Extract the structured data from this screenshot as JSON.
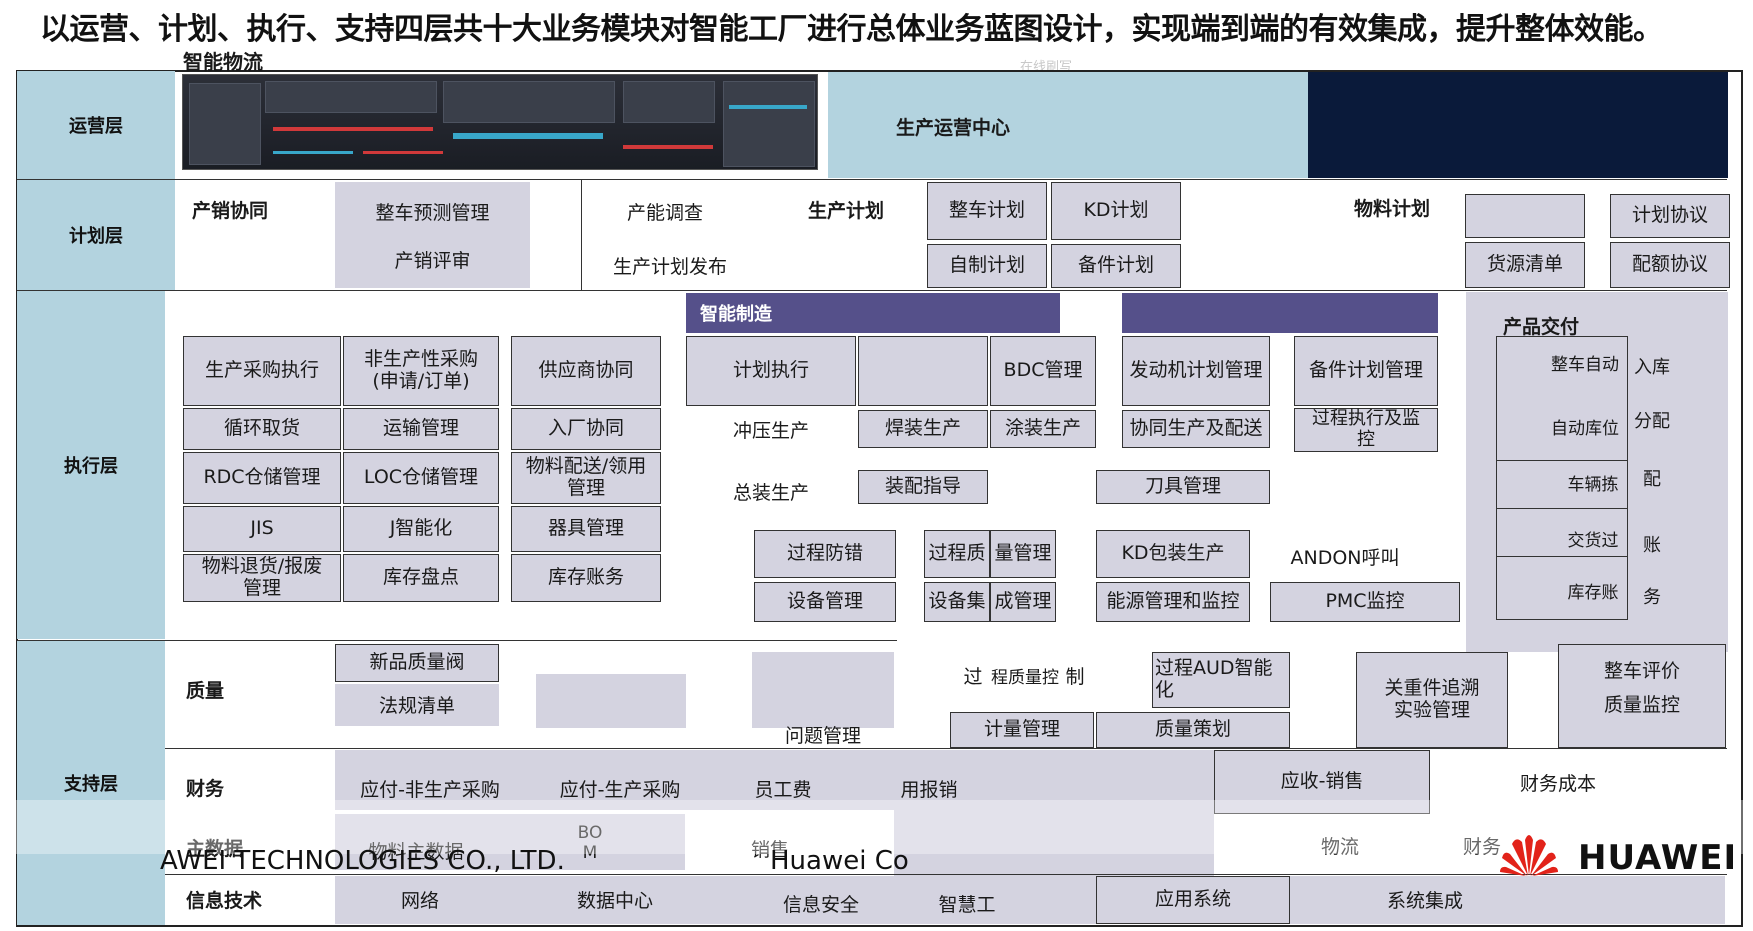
{
  "title": "以运营、计划、执行、支持四层共十大业务模块对智能工厂进行总体业务蓝图设计，实现端到端的有效集成，提升整体效能。",
  "watermark": "在线刷写",
  "layers": {
    "ops": "运营层",
    "plan": "计划层",
    "exec": "执行层",
    "support": "支持层"
  },
  "ops": {
    "smart_logistics": "智能物流",
    "center": "生产运营中心"
  },
  "plan": {
    "sales": "产销协同",
    "forecast": "整车预测管理",
    "review": "产销评审",
    "capacity": "产能调查",
    "plan_header": "生产计划",
    "publish": "生产计划发布",
    "vehicle_plan": "整车计划",
    "kd_plan": "KD计划",
    "self_plan": "自制计划",
    "spare_plan": "备件计划",
    "material_header": "物料计划",
    "plan_agreement": "计划协议",
    "source_list": "货源清单",
    "quota": "配额协议"
  },
  "exec": {
    "logistics": [
      [
        "生产采购执行",
        "非生产性采购\n(申请/订单)",
        "供应商协同"
      ],
      [
        "循环取货",
        "运输管理",
        "入厂协同"
      ],
      [
        "RDC仓储管理",
        "LOC仓储管理",
        "物料配送/领用\n管理"
      ],
      [
        "JIS",
        "J智能化",
        "器具管理"
      ],
      [
        "物料退货/报废\n管理",
        "库存盘点",
        "库存账务"
      ]
    ],
    "smart_mfg": "智能制造",
    "plan_exec": "计划执行",
    "bdc": "BDC管理",
    "engine_plan": "发动机计划管理",
    "spare_plan_mgmt": "备件计划管理",
    "stamping": "冲压生产",
    "welding": "焊装生产",
    "painting": "涂装生产",
    "co_prod": "协同生产及配送",
    "process_exec": "过程执行及监\n控",
    "assembly": "总装生产",
    "assembly_guide": "装配指导",
    "tool_mgmt": "刀具管理",
    "mistake_proof": "过程防错",
    "process_quality_1": "过程质",
    "process_quality_2": "量管理",
    "kd_pack": "KD包装生产",
    "andon": "ANDON呼叫",
    "equipment": "设备管理",
    "equip_int_1": "设备集",
    "equip_int_2": "成管理",
    "energy": "能源管理和监控",
    "pmc": "PMC监控",
    "delivery_header": "产品交付",
    "delivery": [
      [
        "整车自动",
        "入库"
      ],
      [
        "自动库位",
        "分配"
      ],
      [
        "车辆拣",
        "配"
      ],
      [
        "交货过",
        "账"
      ],
      [
        "库存账",
        "务"
      ]
    ]
  },
  "support": {
    "quality": "质量",
    "new_quality": "新品质量阀",
    "regs": "法规清单",
    "problem": "问题管理",
    "proc_q_1": "过",
    "proc_q_2": "程质量控",
    "proc_q_3": "制",
    "aud": "过程AUD智能\n化",
    "key_parts": "关重件追溯\n实验管理",
    "vehicle_eval": "整车评价",
    "quality_mon": "质量监控",
    "metering": "计量管理",
    "quality_plan": "质量策划",
    "finance": "财务",
    "ap_nonprod": "应付-非生产采购",
    "ap_prod": "应付-生产采购",
    "staff_cost": "员工费",
    "expense": "用报销",
    "ar_sales": "应收-销售",
    "fin_cost": "财务成本",
    "master": "主数据",
    "material_master": "物料主数据",
    "bom_1": "BO",
    "bom_2": "M",
    "sales": "销售",
    "logistics": "物流",
    "finance2": "财务",
    "it": "信息技术",
    "network": "网络",
    "datacenter": "数据中心",
    "security": "信息安全",
    "smart_work": "智慧工",
    "apps": "应用系统",
    "integration": "系统集成"
  },
  "footer": {
    "company": "AWEI TECHNOLOGIES CO., LTD.",
    "huawei_c": "Huawei Co",
    "logo": "HUAWEI"
  },
  "colors": {
    "layer_blue": "#b3d3df",
    "box_grey": "#d4d3e0",
    "purple": "#55508a",
    "dark_navy": "#0a1a3a",
    "huawei_red": "#e2231a"
  }
}
